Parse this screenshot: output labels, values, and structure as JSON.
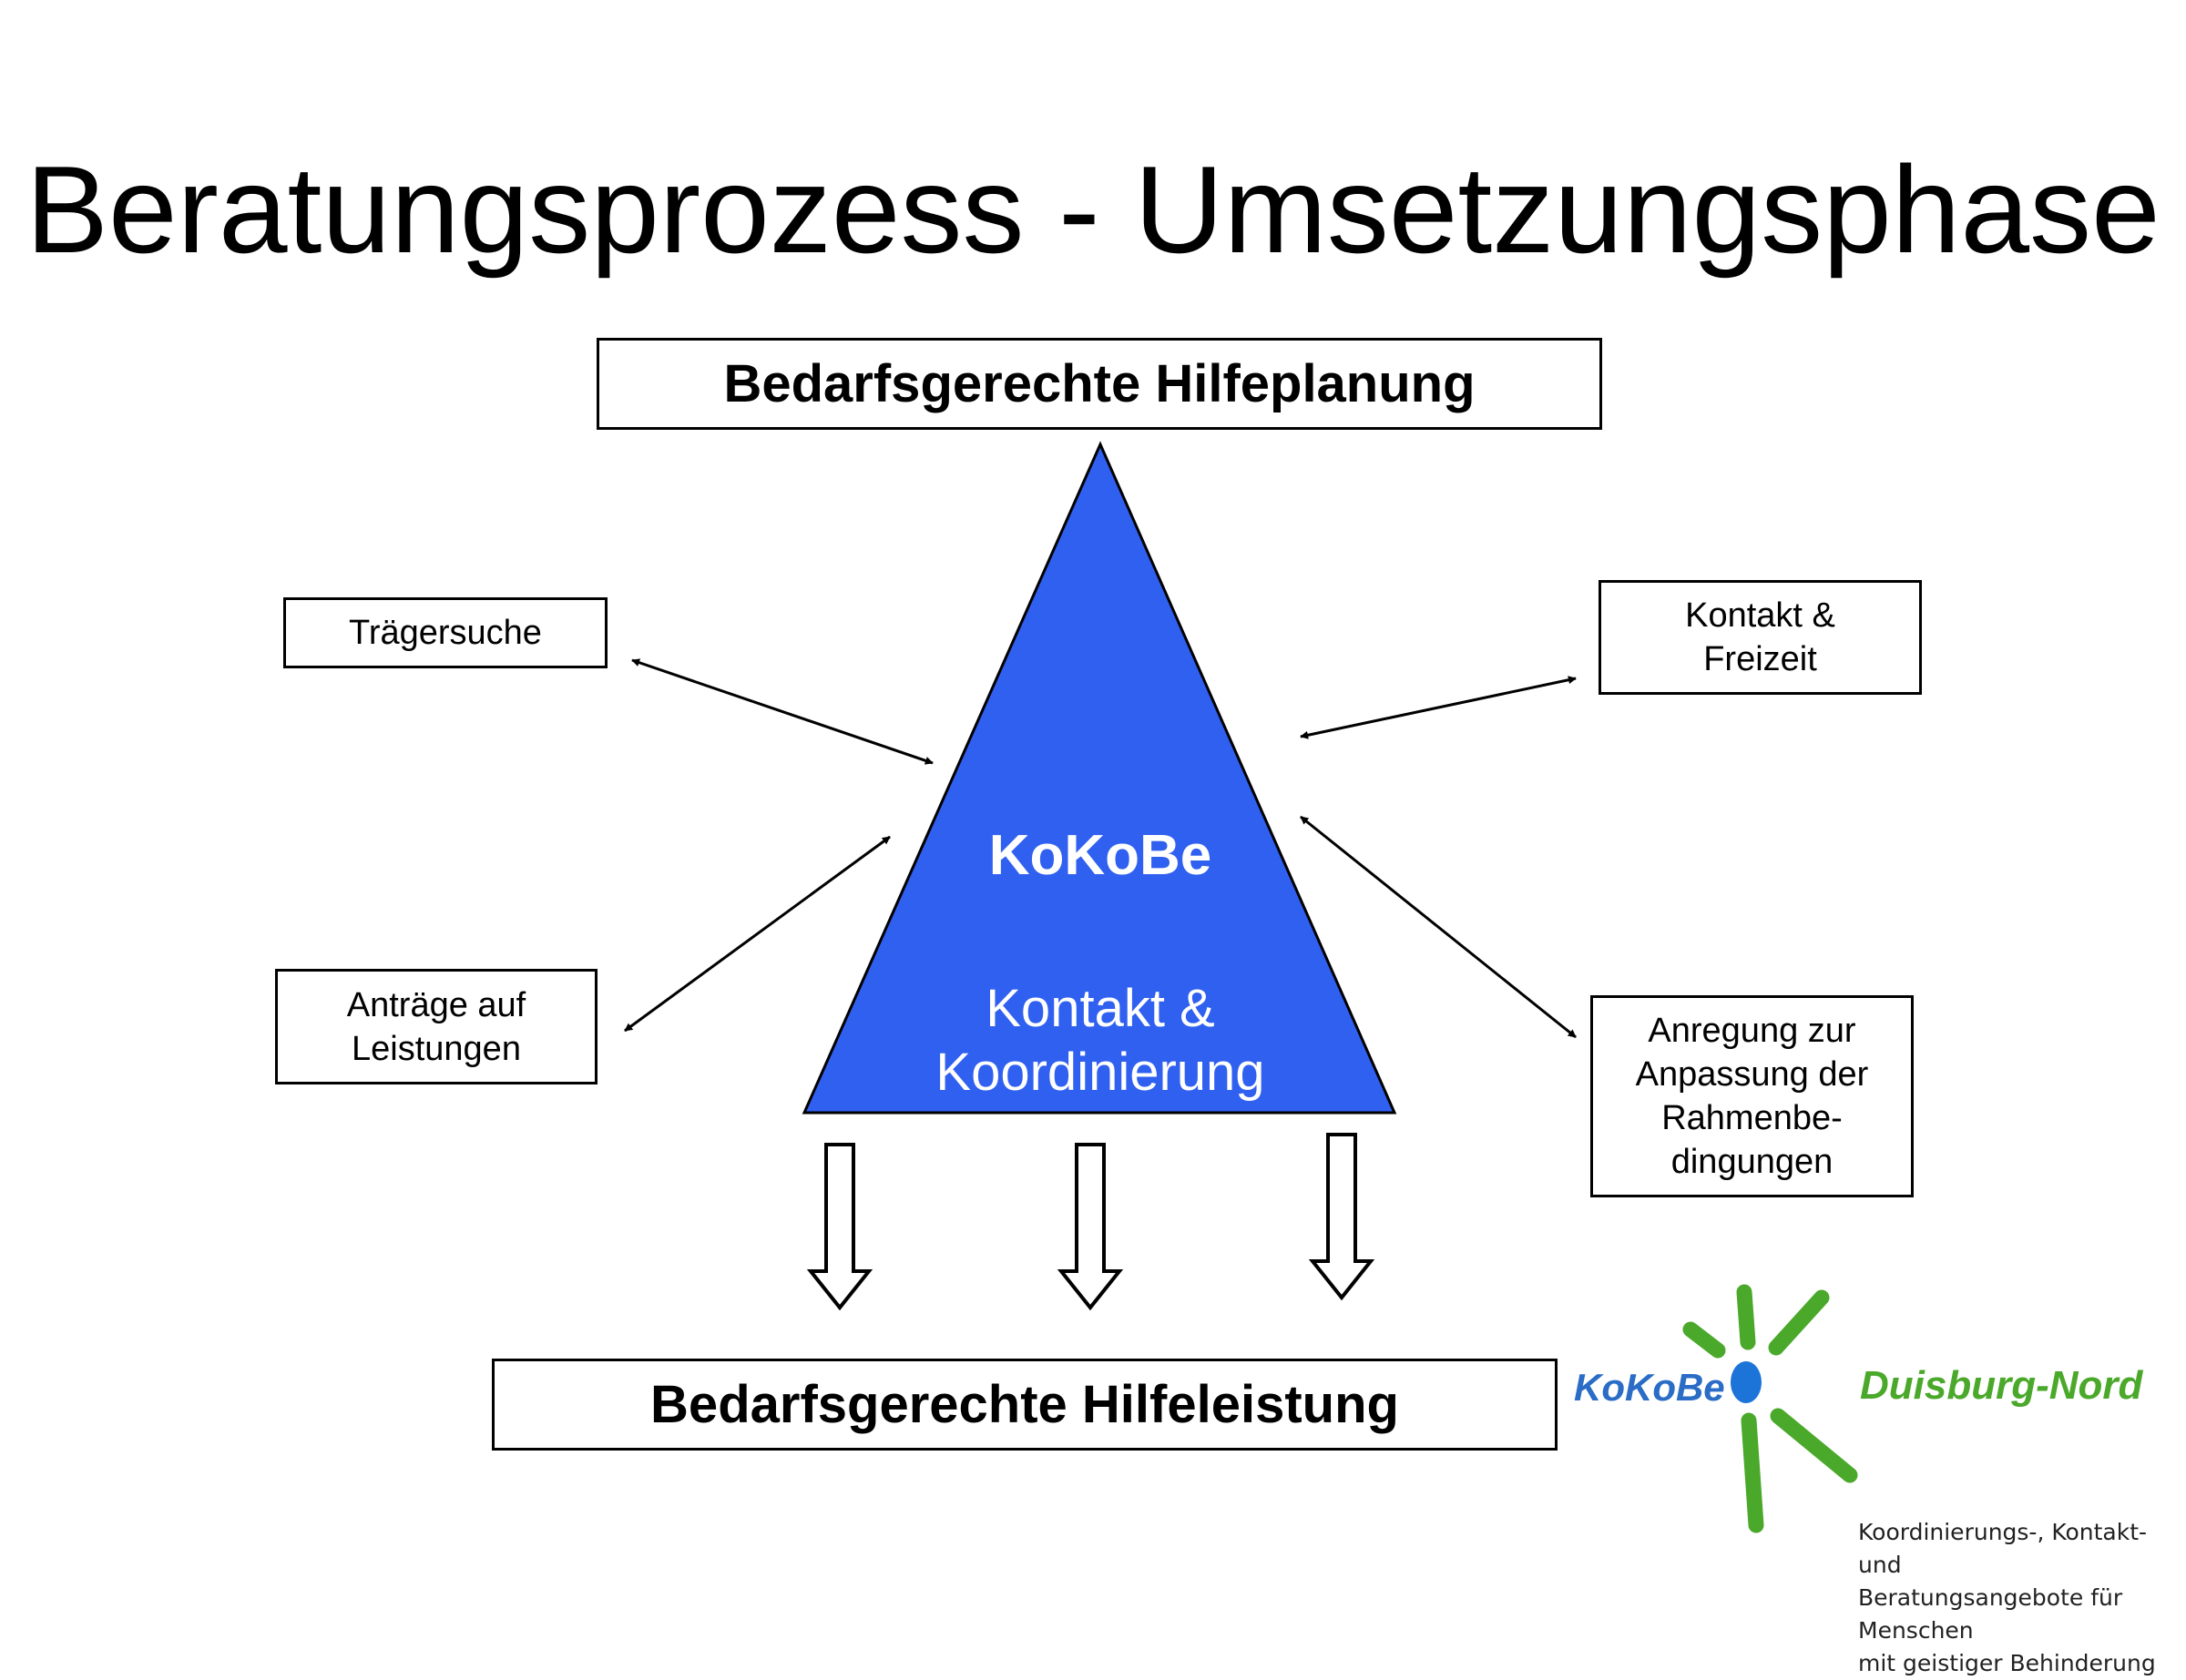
{
  "title": "Beratungsprozess - Umsetzungsphase",
  "top_box": "Bedarfsgerechte Hilfeplanung",
  "bottom_box": "Bedarfsgerechte Hilfeleistung",
  "center": {
    "name": "KoKoBe",
    "line1": "Kontakt &",
    "line2": "Koordinierung"
  },
  "left_boxes": [
    {
      "lines": [
        "Trägersuche"
      ]
    },
    {
      "lines": [
        "Anträge auf",
        "Leistungen"
      ]
    }
  ],
  "right_boxes": [
    {
      "lines": [
        "Kontakt &",
        "Freizeit"
      ]
    },
    {
      "lines": [
        "Anregung zur",
        "Anpassung der",
        "Rahmenbe-",
        "dingungen"
      ]
    }
  ],
  "logo": {
    "brand": "KoKoBe",
    "location": "Duisburg-Nord",
    "tagline": [
      "Koordinierungs-, Kontakt- und",
      "Beratungsangebote für Menschen",
      "mit geistiger Behinderung"
    ],
    "brand_color": "#2a6cc6",
    "green": "#4aa82a",
    "blue_dot": "#1d74d8"
  },
  "colors": {
    "triangle": "#3060f0"
  }
}
